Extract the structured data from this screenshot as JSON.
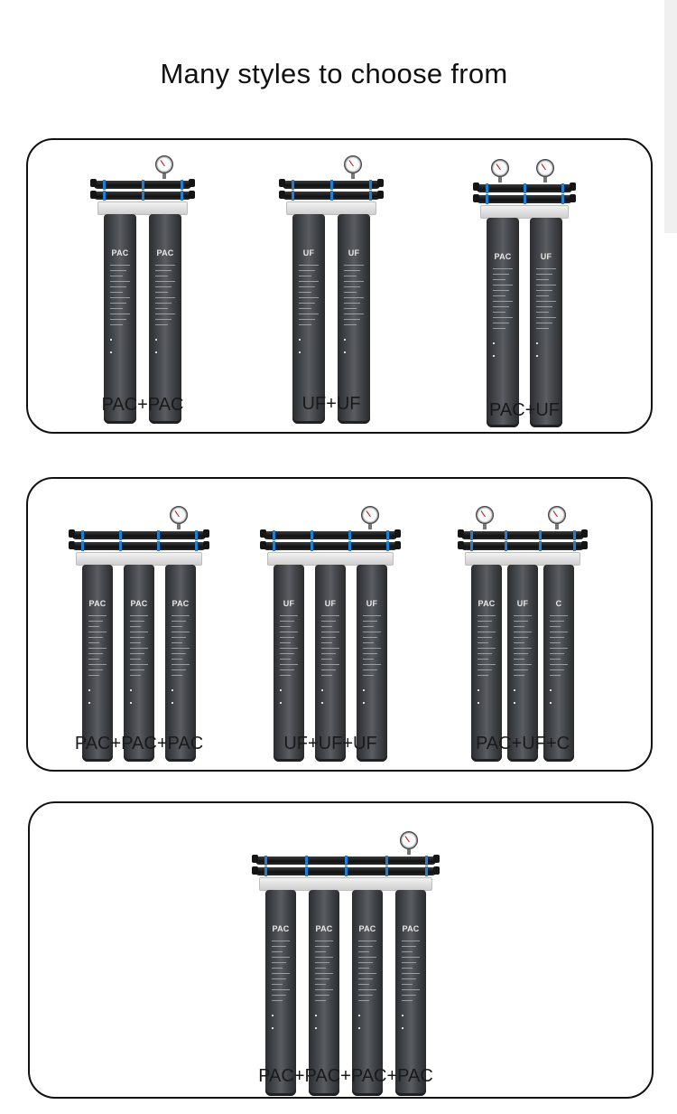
{
  "page": {
    "title": "Many styles to choose from"
  },
  "panels": [
    {
      "units": [
        {
          "label": "PAC+PAC",
          "cartridges": [
            "PAC",
            "PAC"
          ],
          "gauges": 1
        },
        {
          "label": "UF+UF",
          "cartridges": [
            "UF",
            "UF"
          ],
          "gauges": 1
        },
        {
          "label": "PAC+UF",
          "cartridges": [
            "PAC",
            "UF"
          ],
          "gauges": 2
        }
      ]
    },
    {
      "units": [
        {
          "label": "PAC+PAC+PAC",
          "cartridges": [
            "PAC",
            "PAC",
            "PAC"
          ],
          "gauges": 1
        },
        {
          "label": "UF+UF+UF",
          "cartridges": [
            "UF",
            "UF",
            "UF"
          ],
          "gauges": 1
        },
        {
          "label": "PAC+UF+C",
          "cartridges": [
            "PAC",
            "UF",
            "C"
          ],
          "gauges": 2
        }
      ]
    },
    {
      "units": [
        {
          "label": "PAC+PAC+PAC+PAC",
          "cartridges": [
            "PAC",
            "PAC",
            "PAC",
            "PAC"
          ],
          "gauges": 1
        }
      ]
    }
  ],
  "colors": {
    "cartridge": "#45484c",
    "ring_accent": "#1d7fd6",
    "border": "#111111"
  },
  "icons": {
    "gauge": "pressure-gauge-icon"
  }
}
